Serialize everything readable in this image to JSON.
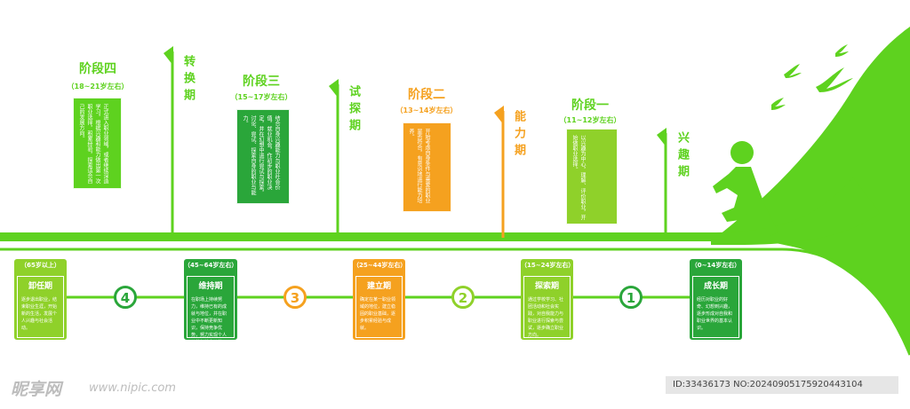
{
  "colors": {
    "green": "#5ed21f",
    "dark_green": "#2aa63a",
    "orange": "#f5a11f",
    "lime": "#8fd12a"
  },
  "stages": [
    {
      "title": "阶段四",
      "age": "（18~21岁左右）",
      "text": "正式进入职业领域，或者继续深造学习，根据兴趣和能力做出第一次职业选择，积累经验，探索适合自己的发展方向。"
    },
    {
      "title": "阶段三",
      "age": "（15~17岁左右）",
      "text": "结合自身兴趣能力与职业社会价值，就业机会，作初步的职业决定，并在幻想中进行尝试与探索，讨论、尝试、探索自身的职业与能力。"
    },
    {
      "title": "阶段二",
      "age": "（13~14岁左右）",
      "text": "开始考虑自身条件与喜爱的职业是否符合，有意识地进行能力培养。"
    },
    {
      "title": "阶段一",
      "age": "（11~12岁左右）",
      "text": "以兴趣为中心，理解、评价职业，开始做职业选择。"
    }
  ],
  "flags": [
    {
      "label": "转换期"
    },
    {
      "label": "试探期"
    },
    {
      "label": "能力期"
    },
    {
      "label": "兴趣期"
    }
  ],
  "cards": [
    {
      "age": "（65岁以上）",
      "title": "卸任期",
      "text": "逐步退出职业，结束职业生涯，开始新的生活，发展个人兴趣与社会活动。"
    },
    {
      "age": "（45~64岁左右）",
      "title": "维持期",
      "text": "在职场上持续努力，维持已有的成就与地位，并在职业中不断更新知识，保持竞争优势，努力实现个人价值与社会价值。"
    },
    {
      "age": "（25~44岁左右）",
      "title": "建立期",
      "text": "确定在某一职业领域的地位，建立稳固的职业基础，逐步积累经验与成就。"
    },
    {
      "age": "（15~24岁左右）",
      "title": "探索期",
      "text": "通过学校学习、社团活动和社会实践，对自我能力与职业进行探索与尝试，逐步确立职业方向。"
    },
    {
      "age": "（0~14岁左右）",
      "title": "成长期",
      "text": "经历对职业的好奇、幻想到兴趣，逐步形成对自我和职业世界的基本认识。"
    }
  ],
  "numbers": [
    "4",
    "3",
    "2",
    "1"
  ],
  "watermark": {
    "logo": "昵享网",
    "url": "www.nipic.com",
    "id_text": "ID:33436173 NO:20240905175920443104"
  }
}
